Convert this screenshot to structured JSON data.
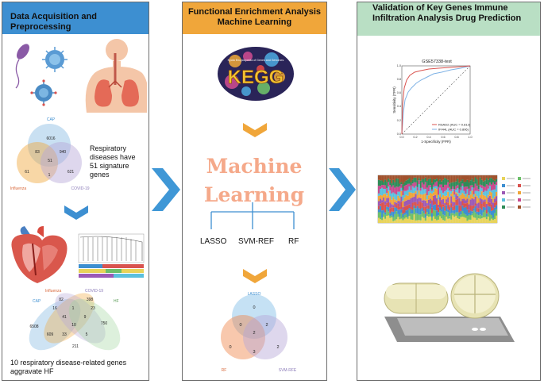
{
  "panel1": {
    "title": "Data Acquisition and Preprocessing",
    "venn1": {
      "labels": [
        "CAP",
        "Influenza",
        "COVID-19"
      ],
      "numbers": [
        "6016",
        "83",
        "940",
        "51",
        "1",
        "61",
        "621"
      ]
    },
    "venn1_caption": "Respiratory diseases have 51 signature genes",
    "venn2": {
      "labels": [
        "CAP",
        "Influenza",
        "COVID-19",
        "HF"
      ],
      "numbers": [
        "82",
        "398",
        "16",
        "1",
        "23",
        "750",
        "6508",
        "41",
        "10",
        "9",
        "609",
        "33",
        "5",
        "211"
      ]
    },
    "venn2_caption": "10 respiratory disease-related genes aggravate HF"
  },
  "panel2": {
    "title": "Functional Enrichment Analysis Machine Learning",
    "kegg_logo_text": "KEGG",
    "kegg_logo_subtitle": "Kyoto Encyclopedia of Genes and Genomes",
    "ml_line1": "Machine",
    "ml_line2": "Learning",
    "methods": [
      "LASSO",
      "SVM-REF",
      "RF"
    ],
    "venn3": {
      "labels": [
        "LASSO",
        "RF",
        "SVM-RFE"
      ],
      "numbers": [
        "0",
        "0",
        "2",
        "0",
        "2",
        "3",
        "2"
      ]
    }
  },
  "panel3": {
    "title": "Validation of Key Genes Immune Infiltration Analysis Drug Prediction",
    "roc": {
      "title": "GSE57338-test",
      "ylabel": "Sensitivity (TPR)",
      "xlabel": "1-Specificity (FPR)",
      "xticks": [
        "0.0",
        "0.2",
        "0.4",
        "0.6",
        "0.8",
        "1.0"
      ],
      "yticks": [
        "0.0",
        "0.2",
        "0.4",
        "0.6",
        "0.8",
        "1.0"
      ],
      "legend": [
        "RSAD2 (AUC = 0.812)",
        "IFI44L (AUC = 0.806)"
      ],
      "colors": {
        "rsad2": "#d9534f",
        "ifi44l": "#7fb2e5"
      }
    }
  },
  "colors": {
    "blue": "#3d8fd1",
    "orange": "#f0a63a",
    "green": "#b9dfc4",
    "arrow": "#3f97d6",
    "chevron": "#f0a63a"
  }
}
